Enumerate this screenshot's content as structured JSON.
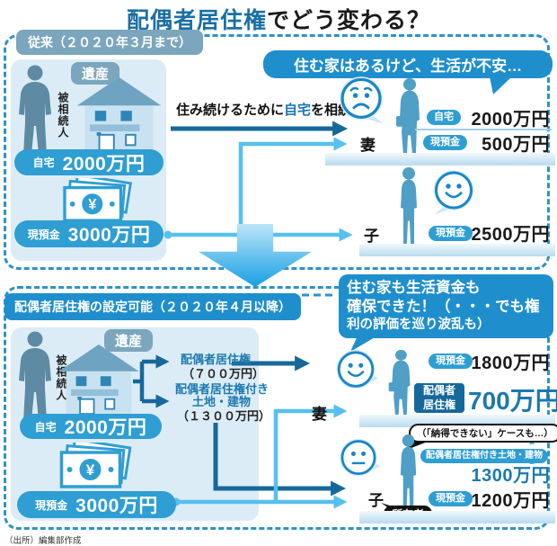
{
  "title": {
    "highlight": "配偶者居住権",
    "rest": "でどう変わる？"
  },
  "icons": {
    "yen": "¥"
  },
  "colors": {
    "accent": "#1e8ecd",
    "dark_arrow": "#16689a",
    "light_arrow": "#56c0ee",
    "pill_blue": "#2e9ed3",
    "panel": "#dcecf7",
    "tag_gray_blue": "#7ba6bd",
    "value_blue": "#1b79ae"
  },
  "top": {
    "header": "従来（２０２０年３月まで）",
    "deceased": "被相続人",
    "estate_label": "遺産",
    "home_label": "自宅",
    "home_value": "2000万円",
    "cash_label": "現預金",
    "cash_value": "3000万円",
    "note_pre": "住み続けるために",
    "note_highlight": "自宅",
    "note_post": "を相続",
    "wife": {
      "bubble": "住む家はあるけど、生活が不安…",
      "name": "妻",
      "home_label": "自宅",
      "home_value": "2000万円",
      "cash_label": "現預金",
      "cash_value": "500万円"
    },
    "child": {
      "name": "子",
      "cash_label": "現預金",
      "cash_value": "2500万円"
    }
  },
  "bottom": {
    "header": "配偶者居住権の設定可能（２０２０年４月以降）",
    "bubble_line1": "住む家も生活資金も",
    "bubble_line2": "確保できた！（・・・でも権",
    "bubble_line3": "利の評価を巡り波乱も）",
    "deceased": "被相続人",
    "estate_label": "遺産",
    "home_label": "自宅",
    "home_value": "2000万円",
    "cash_label": "現預金",
    "cash_value": "3000万円",
    "split_a_title": "配偶者居住権",
    "split_a_value": "（７００万円）",
    "split_b_title1": "配偶者居住権付き",
    "split_b_title2": "土地・建物",
    "split_b_value": "（１３００万円）",
    "wife": {
      "name": "妻",
      "cash_label": "現預金",
      "cash_value": "1800万円",
      "right_label1": "配偶者",
      "right_label2": "居住権",
      "right_value": "700万円",
      "note": "（「納得できない」ケースも…）"
    },
    "child": {
      "name": "子",
      "land_label": "配偶者居住権付き土地・建物",
      "land_value": "1300万円",
      "cash_label": "現預金",
      "cash_value": "1200万円",
      "owner": "所有者"
    }
  },
  "source": "（出所）編集部作成"
}
